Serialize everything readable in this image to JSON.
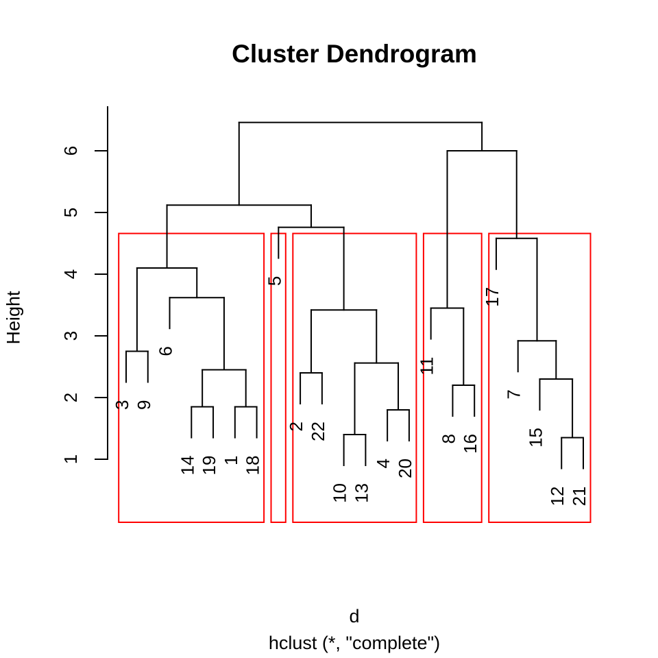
{
  "chart_data": {
    "type": "dendrogram",
    "title": "Cluster Dendrogram",
    "ylabel": "Height",
    "xlabel": "d",
    "sub": "hclust (*, \"complete\")",
    "yticks": [
      1,
      2,
      3,
      4,
      5,
      6
    ],
    "ylim": [
      1,
      6.7
    ],
    "leaves_in_order": [
      "3",
      "9",
      "6",
      "14",
      "19",
      "1",
      "18",
      "5",
      "2",
      "22",
      "10",
      "13",
      "4",
      "20",
      "11",
      "8",
      "16",
      "17",
      "7",
      "15",
      "12",
      "21"
    ],
    "merges": [
      {
        "children": [
          "3",
          "9"
        ],
        "height": 2.75
      },
      {
        "children": [
          "14",
          "19"
        ],
        "height": 1.85
      },
      {
        "children": [
          "1",
          "18"
        ],
        "height": 1.85
      },
      {
        "children": [
          2,
          3
        ],
        "height": 2.45
      },
      {
        "children": [
          "6",
          4
        ],
        "height": 3.62
      },
      {
        "children": [
          1,
          5
        ],
        "height": 4.1
      },
      {
        "children": [
          "10",
          "13"
        ],
        "height": 1.4
      },
      {
        "children": [
          "4",
          "20"
        ],
        "height": 1.8
      },
      {
        "children": [
          7,
          8
        ],
        "height": 2.56
      },
      {
        "children": [
          "2",
          "22"
        ],
        "height": 2.4
      },
      {
        "children": [
          10,
          9
        ],
        "height": 3.42
      },
      {
        "children": [
          "5",
          11
        ],
        "height": 4.76
      },
      {
        "children": [
          6,
          12
        ],
        "height": 5.12
      },
      {
        "children": [
          "8",
          "16"
        ],
        "height": 2.2
      },
      {
        "children": [
          "11",
          14
        ],
        "height": 3.45
      },
      {
        "children": [
          "12",
          "21"
        ],
        "height": 1.35
      },
      {
        "children": [
          "15",
          16
        ],
        "height": 2.3
      },
      {
        "children": [
          "7",
          17
        ],
        "height": 2.92
      },
      {
        "children": [
          "17",
          18
        ],
        "height": 4.58
      },
      {
        "children": [
          15,
          19
        ],
        "height": 6.0
      },
      {
        "children": [
          13,
          20
        ],
        "height": 6.46
      }
    ],
    "hang": 0.5,
    "boxed_clusters": [
      {
        "leaves": [
          "3",
          "9",
          "6",
          "14",
          "19",
          "1",
          "18"
        ]
      },
      {
        "leaves": [
          "5"
        ]
      },
      {
        "leaves": [
          "2",
          "22",
          "10",
          "13",
          "4",
          "20"
        ]
      },
      {
        "leaves": [
          "11",
          "8",
          "16"
        ]
      },
      {
        "leaves": [
          "17",
          "7",
          "15",
          "12",
          "21"
        ]
      }
    ],
    "box_top_height": 4.66,
    "box_bottom_height": -0.022,
    "colors": {
      "line": "#000000",
      "box": "#FF0000",
      "text": "#000000",
      "background": "#FFFFFF"
    }
  }
}
